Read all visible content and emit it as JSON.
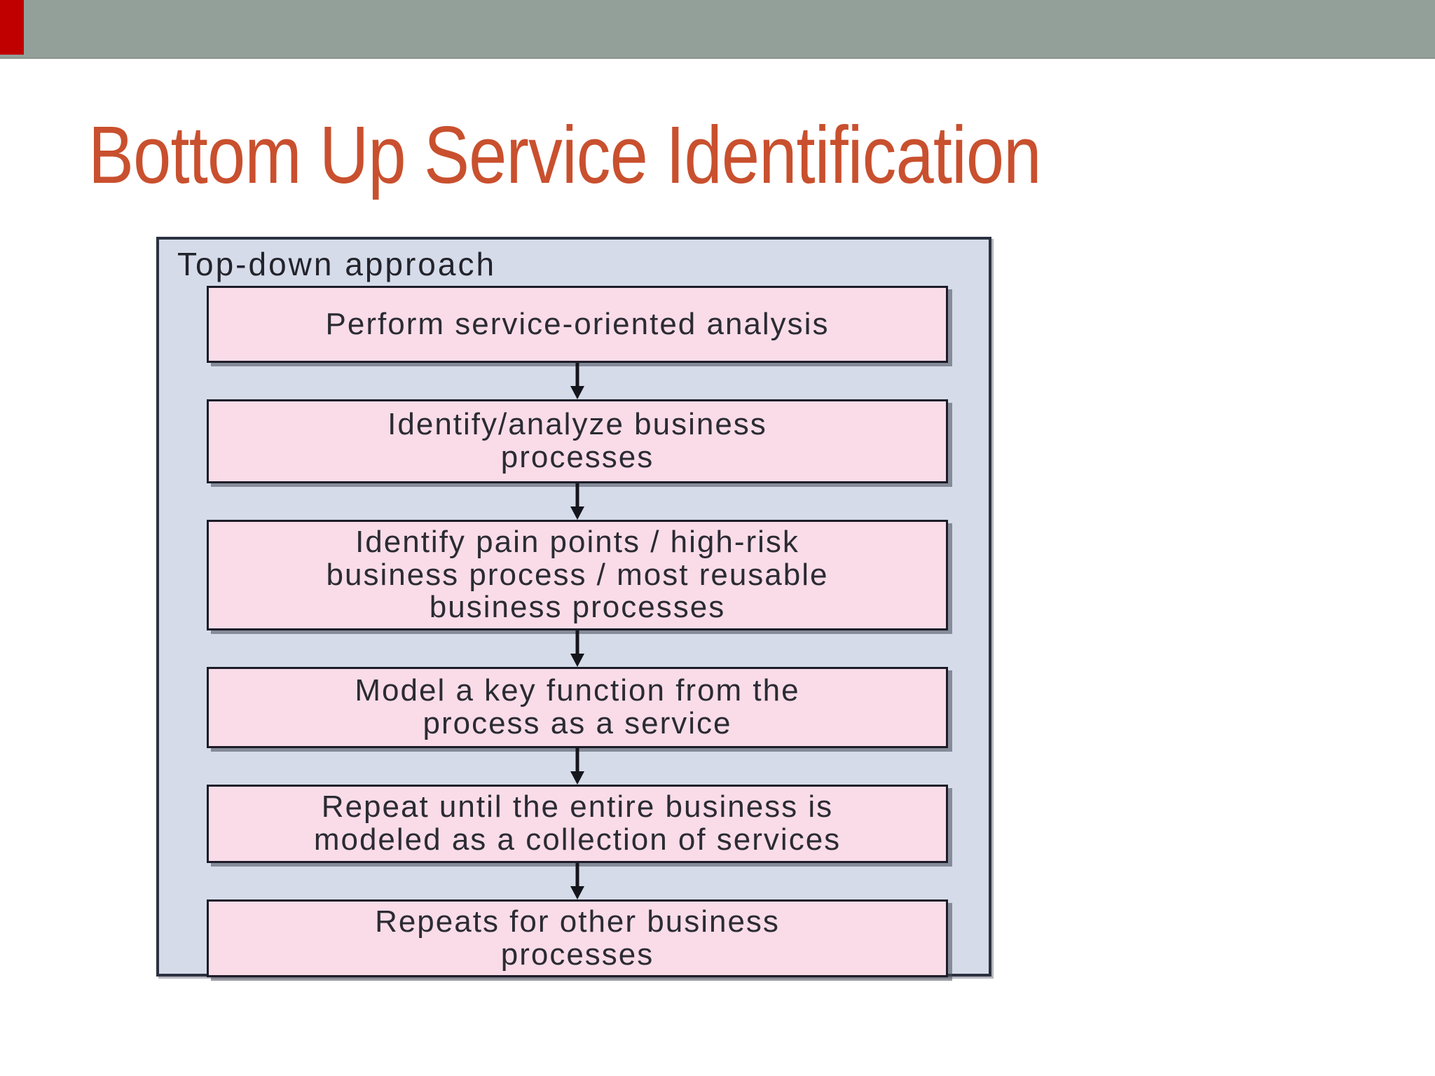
{
  "slide": {
    "title": "Bottom Up Service Identification"
  },
  "diagram": {
    "panel_label": "Top-down approach",
    "steps": [
      {
        "label": "Perform service-oriented analysis"
      },
      {
        "label": "Identify/analyze business\nprocesses"
      },
      {
        "label": "Identify pain points / high-risk\nbusiness process / most reusable\nbusiness processes"
      },
      {
        "label": "Model a key function from the\nprocess as a service"
      },
      {
        "label": "Repeat until the entire business is\nmodeled as a collection of services"
      },
      {
        "label": "Repeats for other business\nprocesses"
      }
    ]
  },
  "colors": {
    "top_bar": "#93a09a",
    "red_accent": "#c00000",
    "title_text": "#c9502e",
    "panel_background": "#d5dbe9",
    "panel_border": "#2b3140",
    "box_background": "#f9dce8",
    "box_border": "#1c1c28",
    "arrow": "#15151c",
    "box_text": "#2b2b33"
  }
}
